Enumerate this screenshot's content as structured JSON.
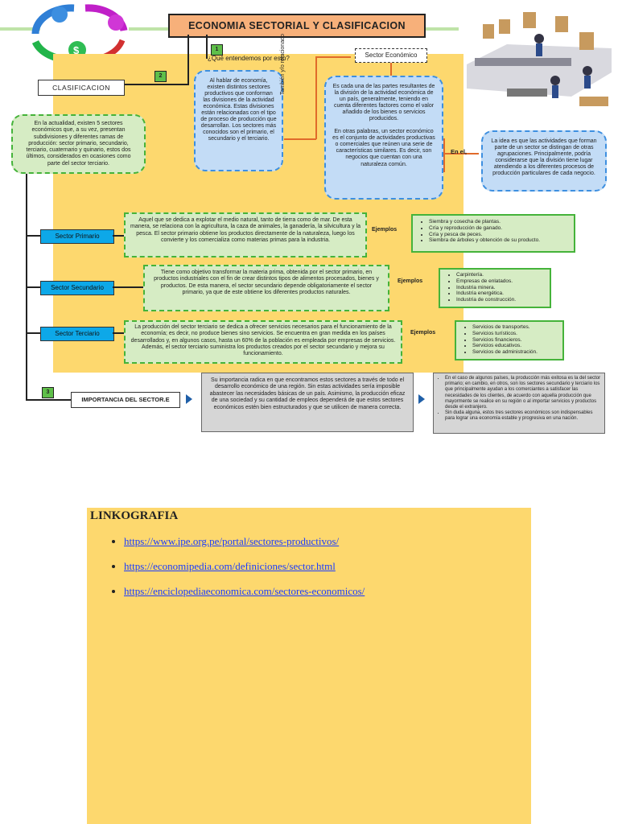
{
  "title": "ECONOMIA SECTORIAL Y CLASIFICACION",
  "badges": [
    "1",
    "2",
    "3"
  ],
  "question": "¿Qué entendemos por esto?",
  "clasificacion_label": "CLASIFICACION",
  "clasificacion_text": "En la actualidad, existen 5 sectores económicos que, a su vez, presentan subdivisiones y diferentes ramas de producción: sector primario, secundario, terciario, cuaternario y quinario, estos dos últimos, considerados en ocasiones como parte del sector terciario.",
  "intro_text": "Al hablar de economía, existen distintos sectores productivos que conforman las divisiones de la actividad económica. Estas divisiones están relacionadas con el tipo de proceso de producción que desarrollan. Los sectores más conocidos son el primario, el secundario y el terciario.",
  "vertical_label": "También y/o relacionado",
  "sector_economico_label": "Sector Económico",
  "sector_economico_text_1": "Es cada una de las partes resultantes de la división de la actividad económica de un país, generalmente, teniendo en cuenta diferentes factores como el valor añadido de los bienes o servicios producidos.",
  "sector_economico_text_2": "En otras palabras, un sector económico es el conjunto de actividades productivas o comerciales que reúnen una serie de características similares. Es decir, son negocios que cuentan con una naturaleza común.",
  "en_el_label": "En el,",
  "ideas_text": "La idea es que las actividades que forman parte de un sector se distingan de otras agrupaciones. Principalmente, podría considerarse que la división tiene lugar atendiendo a los diferentes procesos de producción particulares de cada negocio.",
  "ejemplos_label": "Ejemplos",
  "sectors": [
    {
      "label": "Sector Primario",
      "text": "Aquel que se dedica a explotar el medio natural, tanto de tierra como de mar. De esta manera, se relaciona con la agricultura, la caza de animales, la ganadería, la silvicultura y la pesca. El sector primario obtiene los productos directamente de la naturaleza, luego los convierte y los comercializa como materias primas para la industria.",
      "examples": [
        "Siembra y cosecha de plantas.",
        "Cría y reproducción de ganado.",
        "Cría y pesca de peces.",
        "Siembra de árboles y obtención de su producto."
      ]
    },
    {
      "label": "Sector Secundario",
      "text": "Tiene como objetivo transformar la materia prima, obtenida por el sector primario, en productos industriales con el fin de crear distintos tipos de alimentos procesados, bienes y productos. De esta manera, el sector secundario depende obligatoriamente el sector primario, ya que de este obtiene los diferentes productos naturales.",
      "examples": [
        "Carpintería.",
        "Empresas de enlatados.",
        "Industria minera.",
        "Industria energética.",
        "Industria de construcción."
      ]
    },
    {
      "label": "Sector Terciario",
      "text": "La producción del sector terciario se dedica a ofrecer servicios necesarios para el funcionamiento de la economía; es decir, no produce bienes sino servicios. Se encuentra en gran medida en los países desarrollados y, en algunos casos, hasta un 60% de la población es empleada por empresas de servicios. Además, el sector terciario suministra los productos creados por el sector secundario y mejora su funcionamiento.",
      "examples": [
        "Servicios de transportes.",
        "Servicios turísticos.",
        "Servicios financieros.",
        "Servicios educativos.",
        "Servicios de administración."
      ]
    }
  ],
  "importancia_label": "IMPORTANCIA DEL SECTOR.E",
  "importancia_text": "Su importancia radica en que encontramos estos sectores a través de todo el desarrollo económico de una región. Sin estas actividades sería imposible abastecer las necesidades básicas de un país. Asimismo, la producción eficaz de una sociedad y su cantidad de empleos dependerá de que estos sectores económicos estén bien estructurados y que se utilicen de manera correcta.",
  "importancia_bullets": [
    "En el caso de algunos países, la producción más exitosa es la del sector primario; en cambio, en otros, son los sectores secundario y terciario los que principalmente ayudan a los comerciantes a satisfacer las necesidades de los clientes, de acuerdo con aquella producción que mayormente se realice en su región o al importar servicios y productos desde el extranjero.",
    "Sin duda alguna, estos tres sectores económicos son indispensables para lograr una economía estable y progresiva en una nación."
  ],
  "linkografia_title": "LINKOGRAFIA",
  "links": [
    "https://www.ipe.org.pe/portal/sectores-productivos/",
    "https://economipedia.com/definiciones/sector.html",
    "https://enciclopediaeconomica.com/sectores-economicos/"
  ],
  "colors": {
    "yellow": "#fdd86e",
    "green": "#45b33a",
    "blue": "#3d8fe0",
    "sector_blue": "#0da8e8",
    "title_orange": "#f7b07a"
  }
}
